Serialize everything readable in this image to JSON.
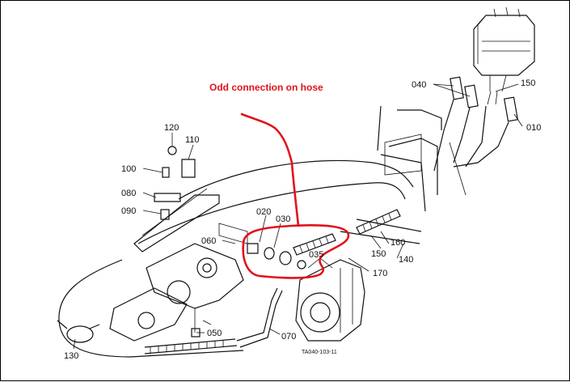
{
  "annotation": {
    "text": "Odd connection on hose",
    "color": "#e0141b"
  },
  "part_labels": [
    "010",
    "020",
    "030",
    "040",
    "050",
    "060",
    "070",
    "080",
    "090",
    "100",
    "110",
    "120",
    "130",
    "140",
    "150",
    "150",
    "160",
    "170",
    "035"
  ],
  "drawing_code": "TA040-103-11"
}
